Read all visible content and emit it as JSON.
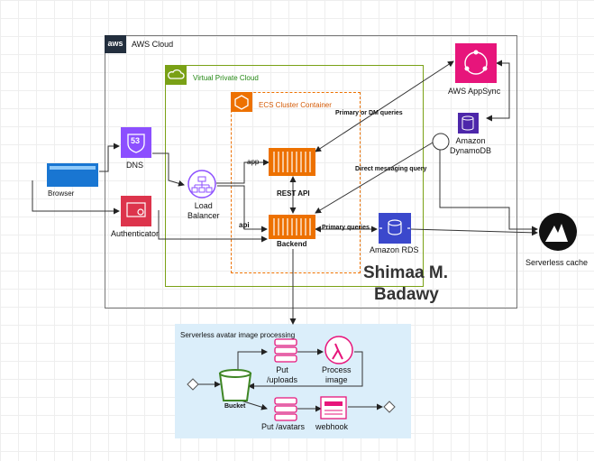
{
  "aws_cloud": {
    "label": "AWS Cloud",
    "logo_text": "aws"
  },
  "vpc": {
    "label": "Virtual Private Cloud"
  },
  "ecs": {
    "label": "ECS Cluster Container"
  },
  "nodes": {
    "browser": "Browser",
    "dns": "DNS",
    "dns_badge": "53",
    "authenticator": "Authenticator",
    "load_balancer": "Load\nBalancer",
    "app_label": "app",
    "api_label": "api",
    "rest_api": "REST API",
    "backend": "Backend",
    "appsync": "AWS AppSync",
    "dynamodb": "Amazon\nDynamoDB",
    "rds": "Amazon RDS",
    "serverless_cache": "Serverless cache"
  },
  "edge_labels": {
    "primary_or_dm": "Primary or DM queries",
    "direct_messaging": "Direct messaging query",
    "primary_queries": "Primary queries"
  },
  "author": {
    "line1": "Shimaa M.",
    "line2": "Badawy"
  },
  "serverless": {
    "title": "Serverless avatar image processing",
    "put_uploads": "Put\n/uploads",
    "process_image": "Process\nimage",
    "bucket": "Bucket",
    "put_avatars": "Put /avatars",
    "webhook": "webhook"
  },
  "colors": {
    "aws_border": "#777777",
    "vpc_green": "#7aa116",
    "ecs_orange": "#ed7100",
    "route53_purple": "#8c4fff",
    "appsync_red": "#e7157b",
    "dynamodb_purple": "#4d27aa",
    "rds_blue": "#3b48cc",
    "s3_green": "#3f8624",
    "pink": "#e7157b",
    "browser_blue": "#1976d2",
    "panel_blue": "#dbeefa"
  }
}
